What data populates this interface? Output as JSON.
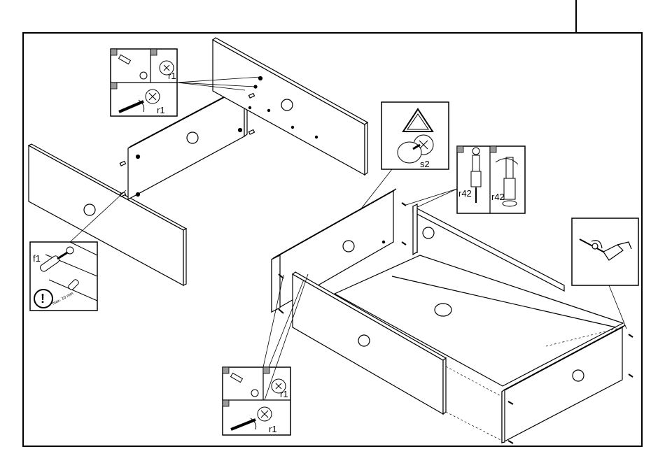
{
  "labels": {
    "r1": "r1",
    "f1": "f1",
    "s2": "s2",
    "r42": "r42",
    "warning_note": "max. 10 mm"
  },
  "colors": {
    "line": "#000000",
    "badge": "#9a9a9a",
    "background": "#ffffff"
  }
}
